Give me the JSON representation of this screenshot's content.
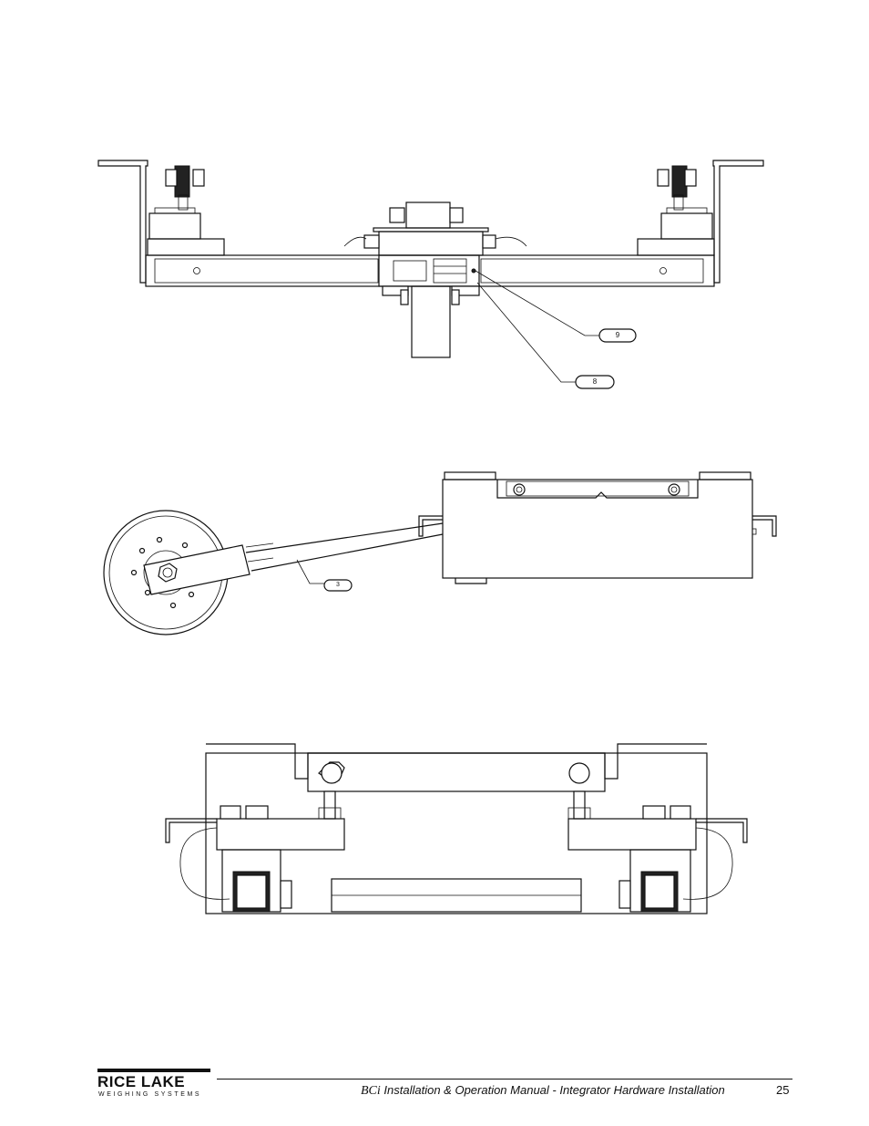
{
  "drawings": {
    "top_view": {
      "callouts": [
        {
          "label": "9"
        },
        {
          "label": "8"
        }
      ]
    },
    "side_view": {
      "callouts": [
        {
          "label": "3"
        }
      ]
    }
  },
  "footer": {
    "logo_text": "RICE LAKE",
    "logo_subtext": "WEIGHING SYSTEMS",
    "product": "BCi",
    "title": "Installation & Operation Manual - Integrator Hardware Installation",
    "page_number": "25"
  },
  "colors": {
    "ink": "#111111",
    "paper": "#ffffff"
  }
}
